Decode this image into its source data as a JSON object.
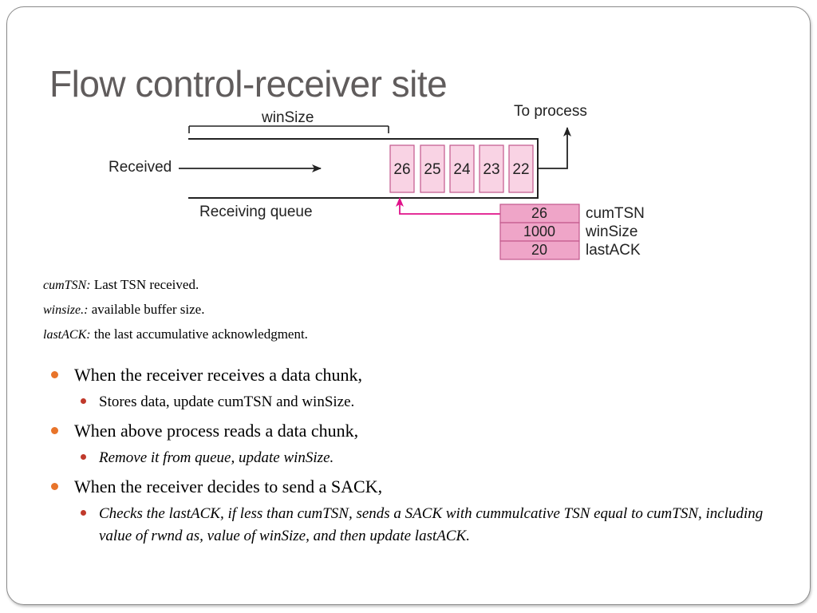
{
  "slide": {
    "title": "Flow control-receiver site"
  },
  "diagram": {
    "winsize_label": "winSize",
    "to_process_label": "To process",
    "received_label": "Received",
    "queue_label": "Receiving queue",
    "chunks": [
      "26",
      "25",
      "24",
      "23",
      "22"
    ],
    "state": [
      {
        "value": "26",
        "name": "cumTSN"
      },
      {
        "value": "1000",
        "name": "winSize"
      },
      {
        "value": "20",
        "name": "lastACK"
      }
    ],
    "colors": {
      "chunk_fill": "#f9d3e4",
      "chunk_stroke": "#c2578c",
      "state_fill": "#efa5c8",
      "pointer_arrow": "#e0128a"
    }
  },
  "definitions": [
    {
      "term": "cumTSN:",
      "desc": " Last TSN received."
    },
    {
      "term": "winsize.:",
      "desc": " available buffer size."
    },
    {
      "term": "lastACK:",
      "desc": " the last accumulative acknowledgment."
    }
  ],
  "bullets": {
    "b1": "When the receiver receives a data chunk,",
    "b1_sub": "Stores data, update cumTSN and winSize.",
    "b2": "When above process reads a data chunk,",
    "b2_sub": "Remove it from queue, update winSize.",
    "b3": "When the receiver decides to send a SACK,",
    "b3_sub": "Checks the lastACK, if less than cumTSN, sends a SACK with cummulcative TSN equal to cumTSN, including value of rwnd as, value of winSize, and then update lastACK."
  }
}
